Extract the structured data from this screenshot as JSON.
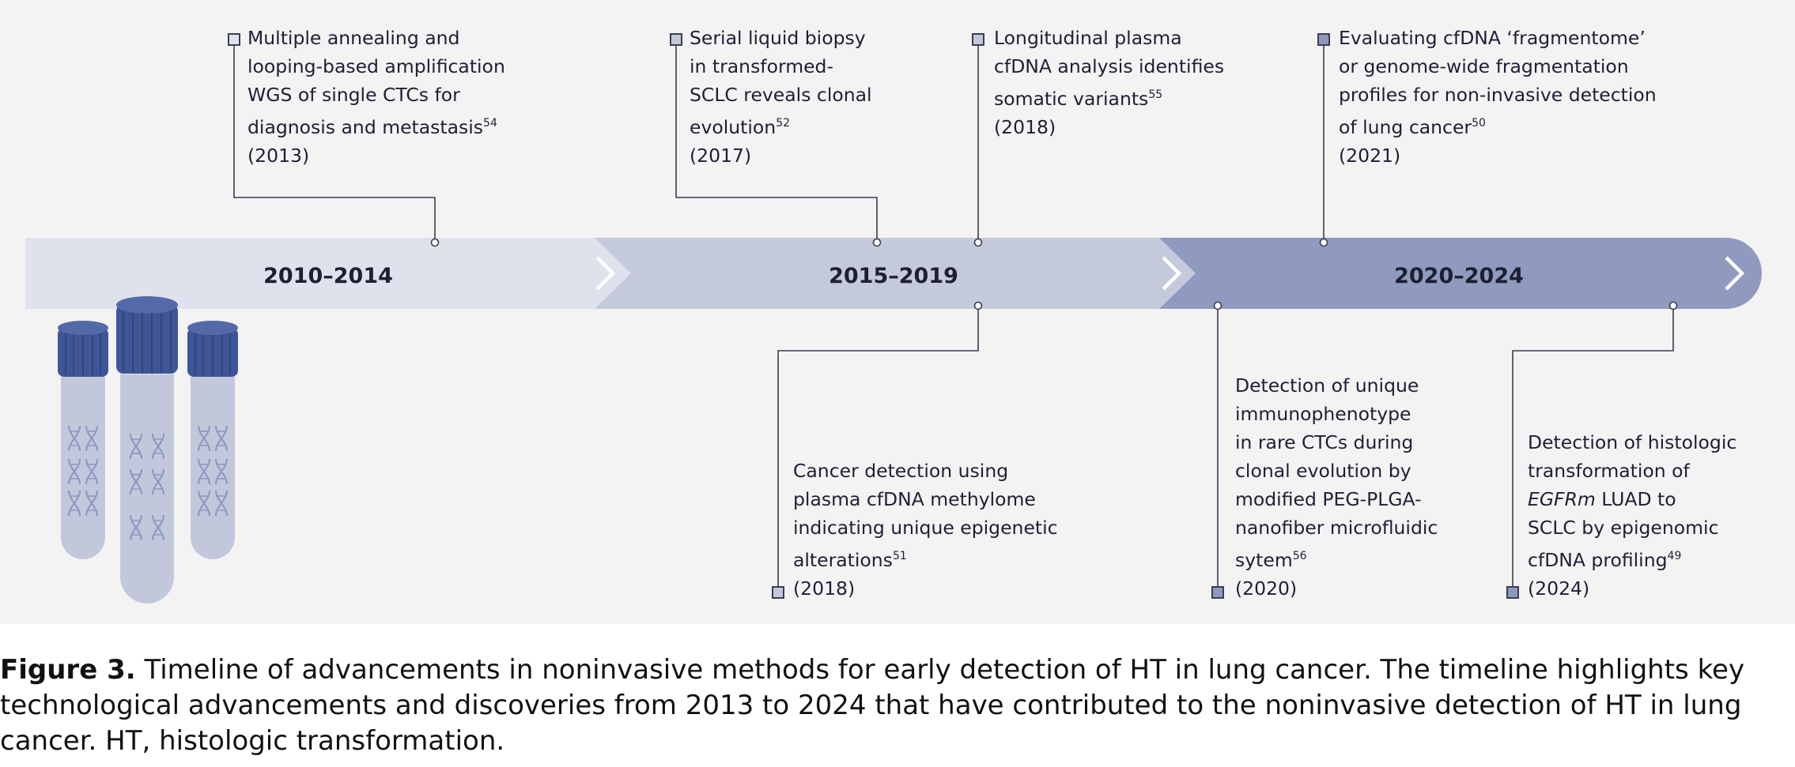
{
  "timeline": {
    "periods": [
      {
        "label": "2010–2014"
      },
      {
        "label": "2015–2019"
      },
      {
        "label": "2020–2024"
      }
    ],
    "events_top": [
      {
        "text": "Multiple annealing and\nlooping-based amplification\nWGS of single CTCs for\ndiagnosis and metastasis",
        "ref": "54",
        "year": "(2013)"
      },
      {
        "text": "Serial liquid biopsy\nin transformed-\nSCLC reveals clonal\nevolution",
        "ref": "52",
        "year": "(2017)"
      },
      {
        "text": "Longitudinal plasma\ncfDNA analysis identifies\nsomatic variants",
        "ref": "55",
        "year": "(2018)"
      },
      {
        "text": "Evaluating cfDNA ‘fragmentome’\nor genome-wide fragmentation\nprofiles for non-invasive detection\nof lung cancer",
        "ref": "50",
        "year": "(2021)"
      }
    ],
    "events_bottom": [
      {
        "text": "Cancer detection using\nplasma cfDNA methylome\nindicating unique epigenetic\nalterations",
        "ref": "51",
        "year": "(2018)"
      },
      {
        "text": "Detection of unique\nimmunophenotype\nin rare CTCs during\nclonal evolution by\nmodified PEG-PLGA-\nnanofiber microfluidic\nsytem",
        "ref": "56",
        "year": "(2020)"
      },
      {
        "pre": "Detection of histologic\ntransformation of\n",
        "italic": "EGFRm",
        "text": " LUAD to\nSCLC by epigenomic\ncfDNA profiling",
        "ref": "49",
        "year": "(2024)"
      }
    ]
  },
  "caption": {
    "label": "Figure 3.",
    "text": "Timeline of advancements in noninvasive methods for early detection of HT in lung cancer. The timeline highlights key technological advancements and discoveries from 2013 to 2024 that have contributed to the noninvasive detection of HT in lung cancer. HT, histologic transformation."
  },
  "colors": {
    "band1": "#dfe2ec",
    "band2": "#c4c9db",
    "band3": "#8f9abe",
    "tube_cap": "#3f5596",
    "tube_body": "#c3c7dc",
    "text": "#1d1f33"
  },
  "icons": [
    "test-tube-icon",
    "dna-helix-icon",
    "chevron-right-icon"
  ]
}
